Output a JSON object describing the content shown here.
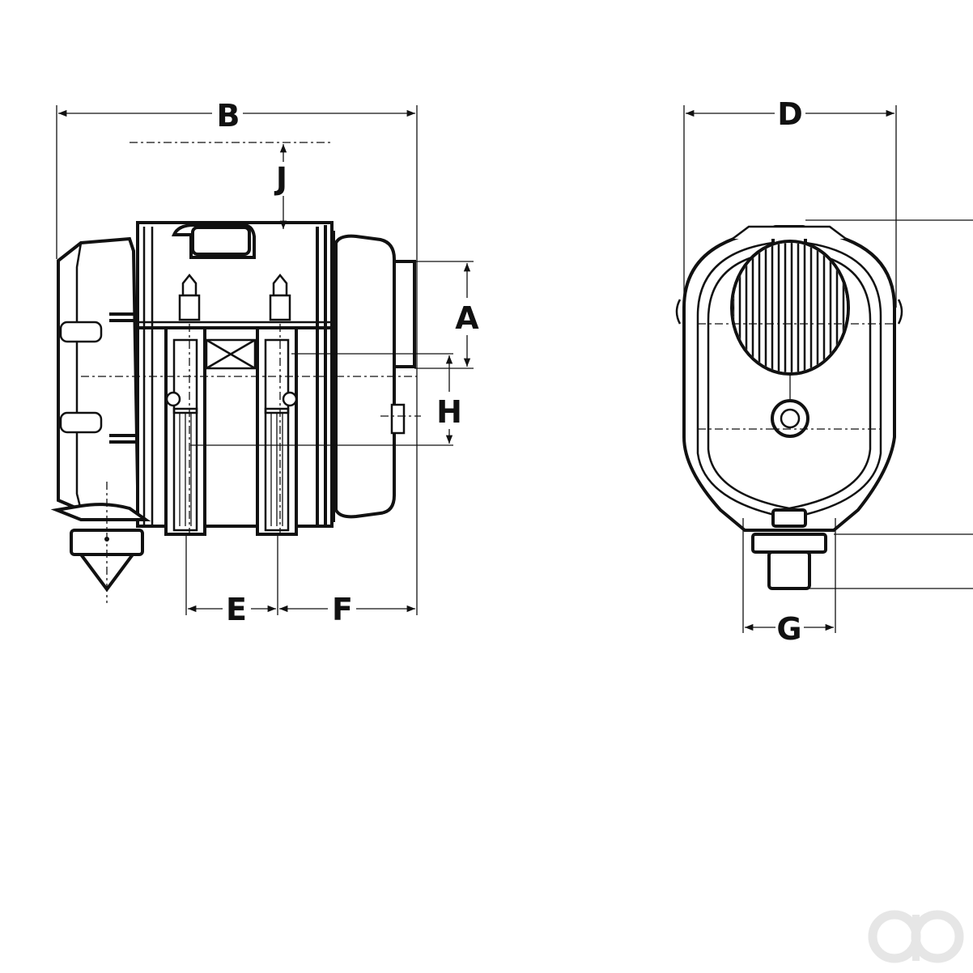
{
  "dimensions": {
    "A": "A",
    "B": "B",
    "D": "D",
    "E": "E",
    "F": "F",
    "G": "G",
    "H": "H",
    "J": "J"
  },
  "colors": {
    "line": "#111111",
    "background": "#ffffff",
    "logo": "#e6e6e6"
  },
  "icons": {
    "logo": "brand-logo-icon"
  }
}
